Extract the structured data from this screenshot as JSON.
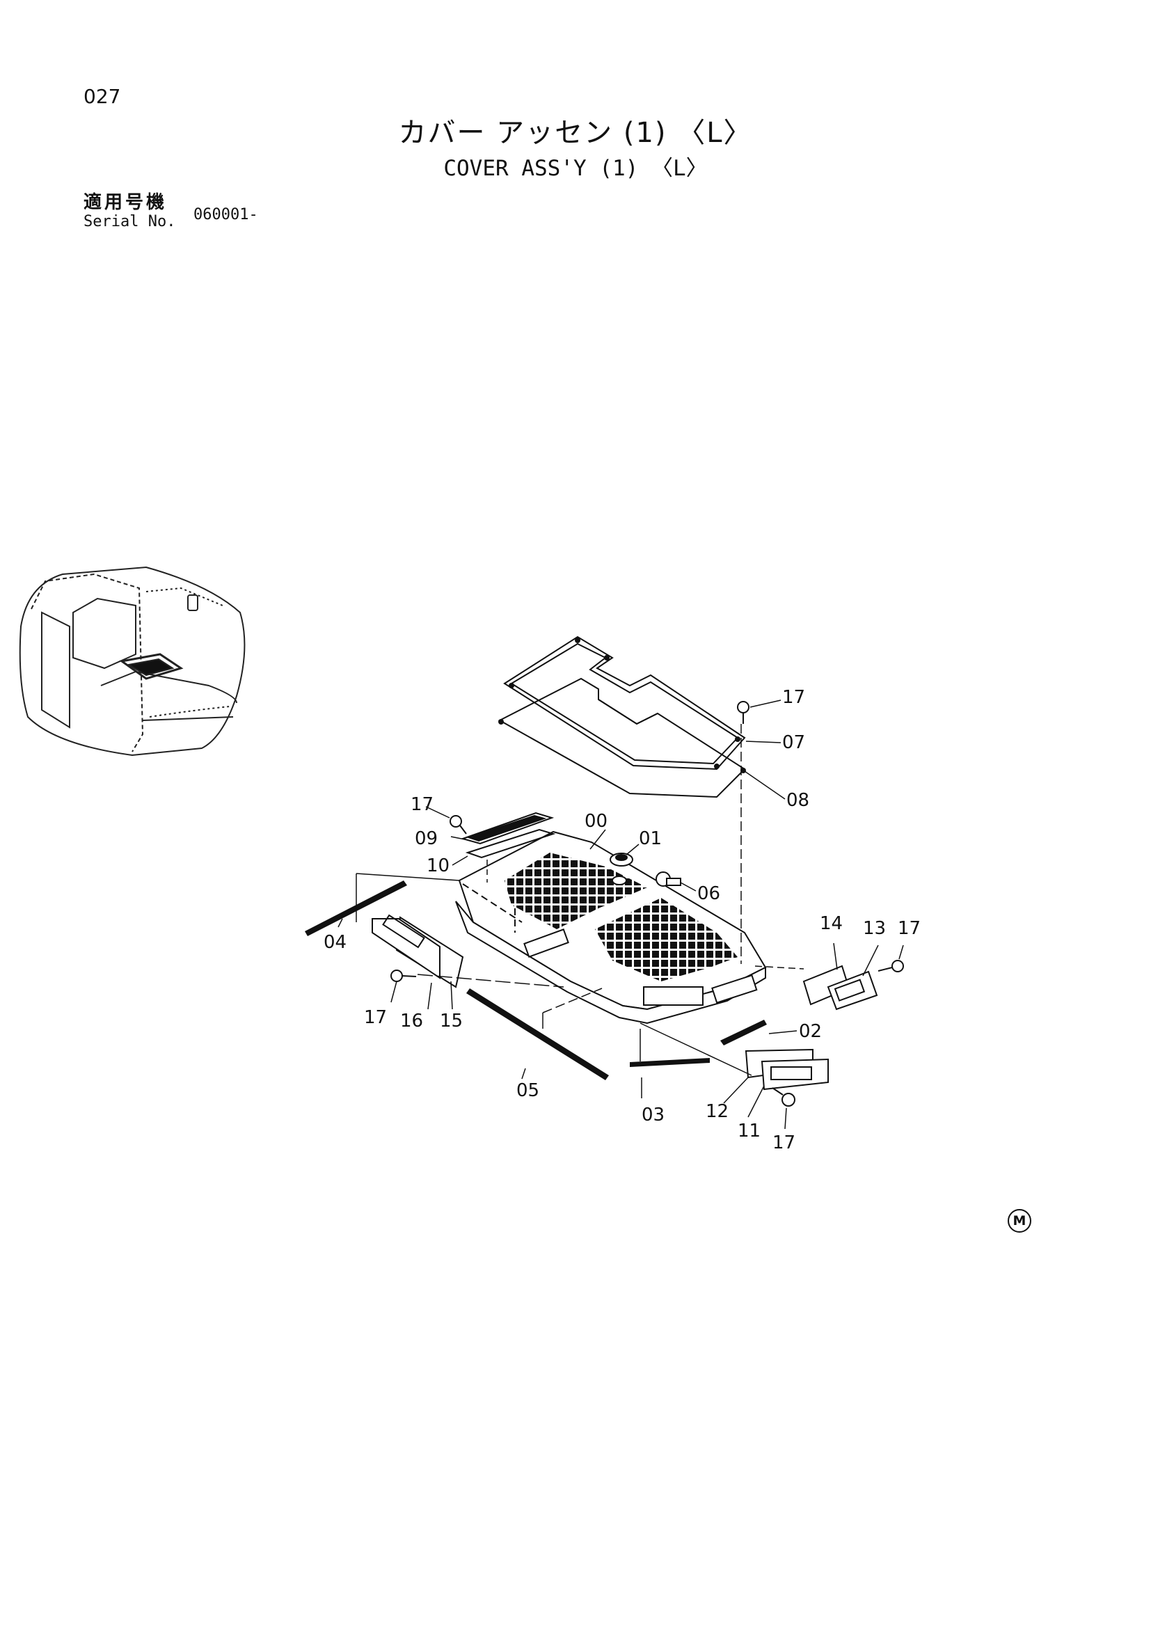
{
  "header": {
    "page_number": "027",
    "title_jp": "カバー アッセン (1) 〈L〉",
    "title_en": "COVER ASS'Y (1) 〈L〉",
    "serial_label_jp": "適用号機",
    "serial_label_en": "Serial No.",
    "serial_value": "060001-"
  },
  "diagram": {
    "part_labels": {
      "p00": "00",
      "p01": "01",
      "p02": "02",
      "p03": "03",
      "p04": "04",
      "p05": "05",
      "p06": "06",
      "p07": "07",
      "p08": "08",
      "p09": "09",
      "p10": "10",
      "p11": "11",
      "p12": "12",
      "p13": "13",
      "p14": "14",
      "p15": "15",
      "p16": "16",
      "p17": "17"
    }
  },
  "footer": {
    "mark": "M"
  }
}
